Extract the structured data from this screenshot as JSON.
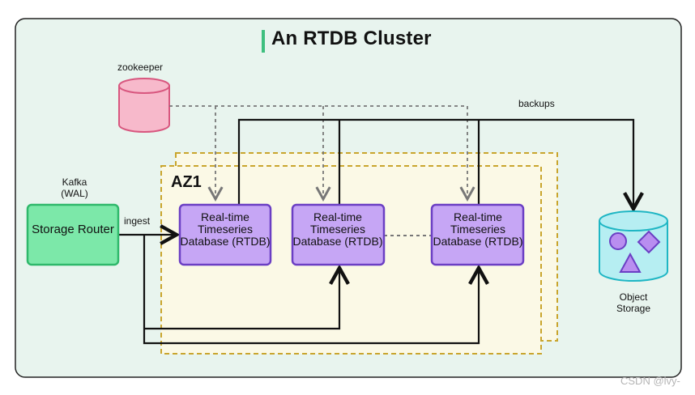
{
  "title": "An RTDB Cluster",
  "labels": {
    "zookeeper": "zookeeper",
    "backups": "backups",
    "kafka": "Kafka (WAL)",
    "ingest": "ingest",
    "az": "AZ1",
    "object_storage": "Object Storage",
    "watermark": "CSDN @lvy-"
  },
  "nodes": {
    "storage_router": "Storage Router",
    "rtdb": [
      "Real-time Timeseries Database (RTDB)",
      "Real-time Timeseries Database (RTDB)",
      "Real-time Timeseries Database (RTDB)"
    ]
  },
  "colors": {
    "cluster_bg": "#e8f4ee",
    "az_bg": "#fbf9e6",
    "az_border": "#c9a52d",
    "router_fill": "#7ce8a9",
    "router_border": "#2fb86b",
    "rtdb_fill": "#c6a6f5",
    "rtdb_border": "#6b3fc4",
    "zookeeper_fill": "#f7b9cb",
    "zookeeper_border": "#d8577f",
    "object_storage_fill": "#b6eef2",
    "object_storage_border": "#1fb6c4",
    "object_shapes": "#b98ef0",
    "title_accent": "#3fbf7f"
  }
}
